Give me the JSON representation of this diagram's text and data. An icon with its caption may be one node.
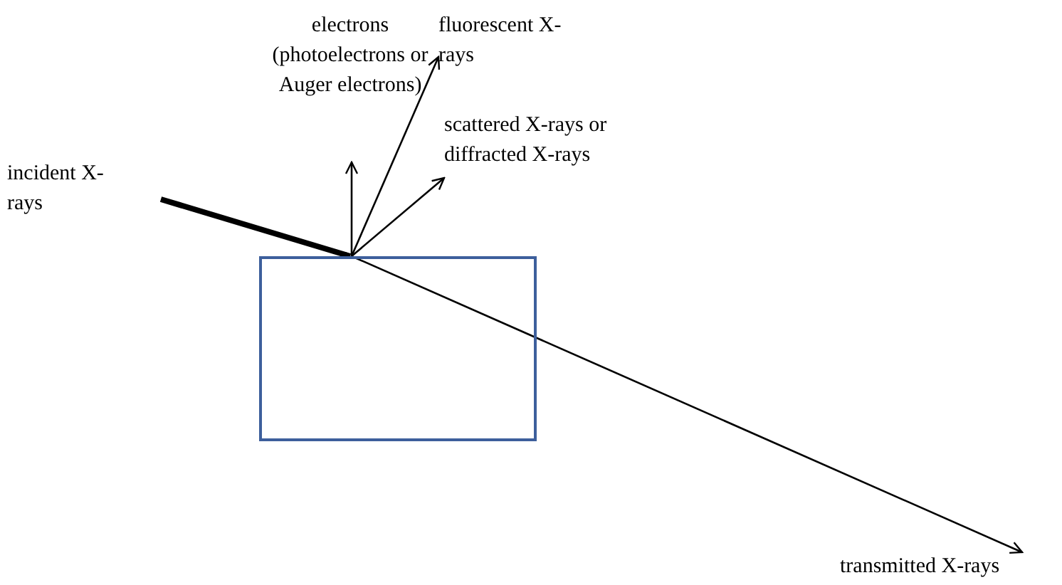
{
  "diagram": {
    "nodes": [
      {
        "text": [
          "incident X-rays"
        ]
      },
      {
        "text": [
          "electrons (photoelectrons or Auger electrons)"
        ]
      },
      {
        "text": [
          "fluorescent X-rays"
        ]
      },
      {
        "text": [
          "scattered X-rays or diffracted X-rays"
        ]
      },
      {
        "text": [
          "transmitted X-rays"
        ]
      },
      {
        "text": [],
        "shape": "box"
      }
    ],
    "edges": [
      {
        "from": 0,
        "to": 5,
        "arrow": "to",
        "style": "thick"
      },
      {
        "from": 5,
        "to": 1,
        "arrow": "to"
      },
      {
        "from": 5,
        "to": 2,
        "arrow": "to"
      },
      {
        "from": 5,
        "to": 3,
        "arrow": "to"
      },
      {
        "from": 5,
        "to": 4,
        "arrow": "to"
      }
    ]
  }
}
